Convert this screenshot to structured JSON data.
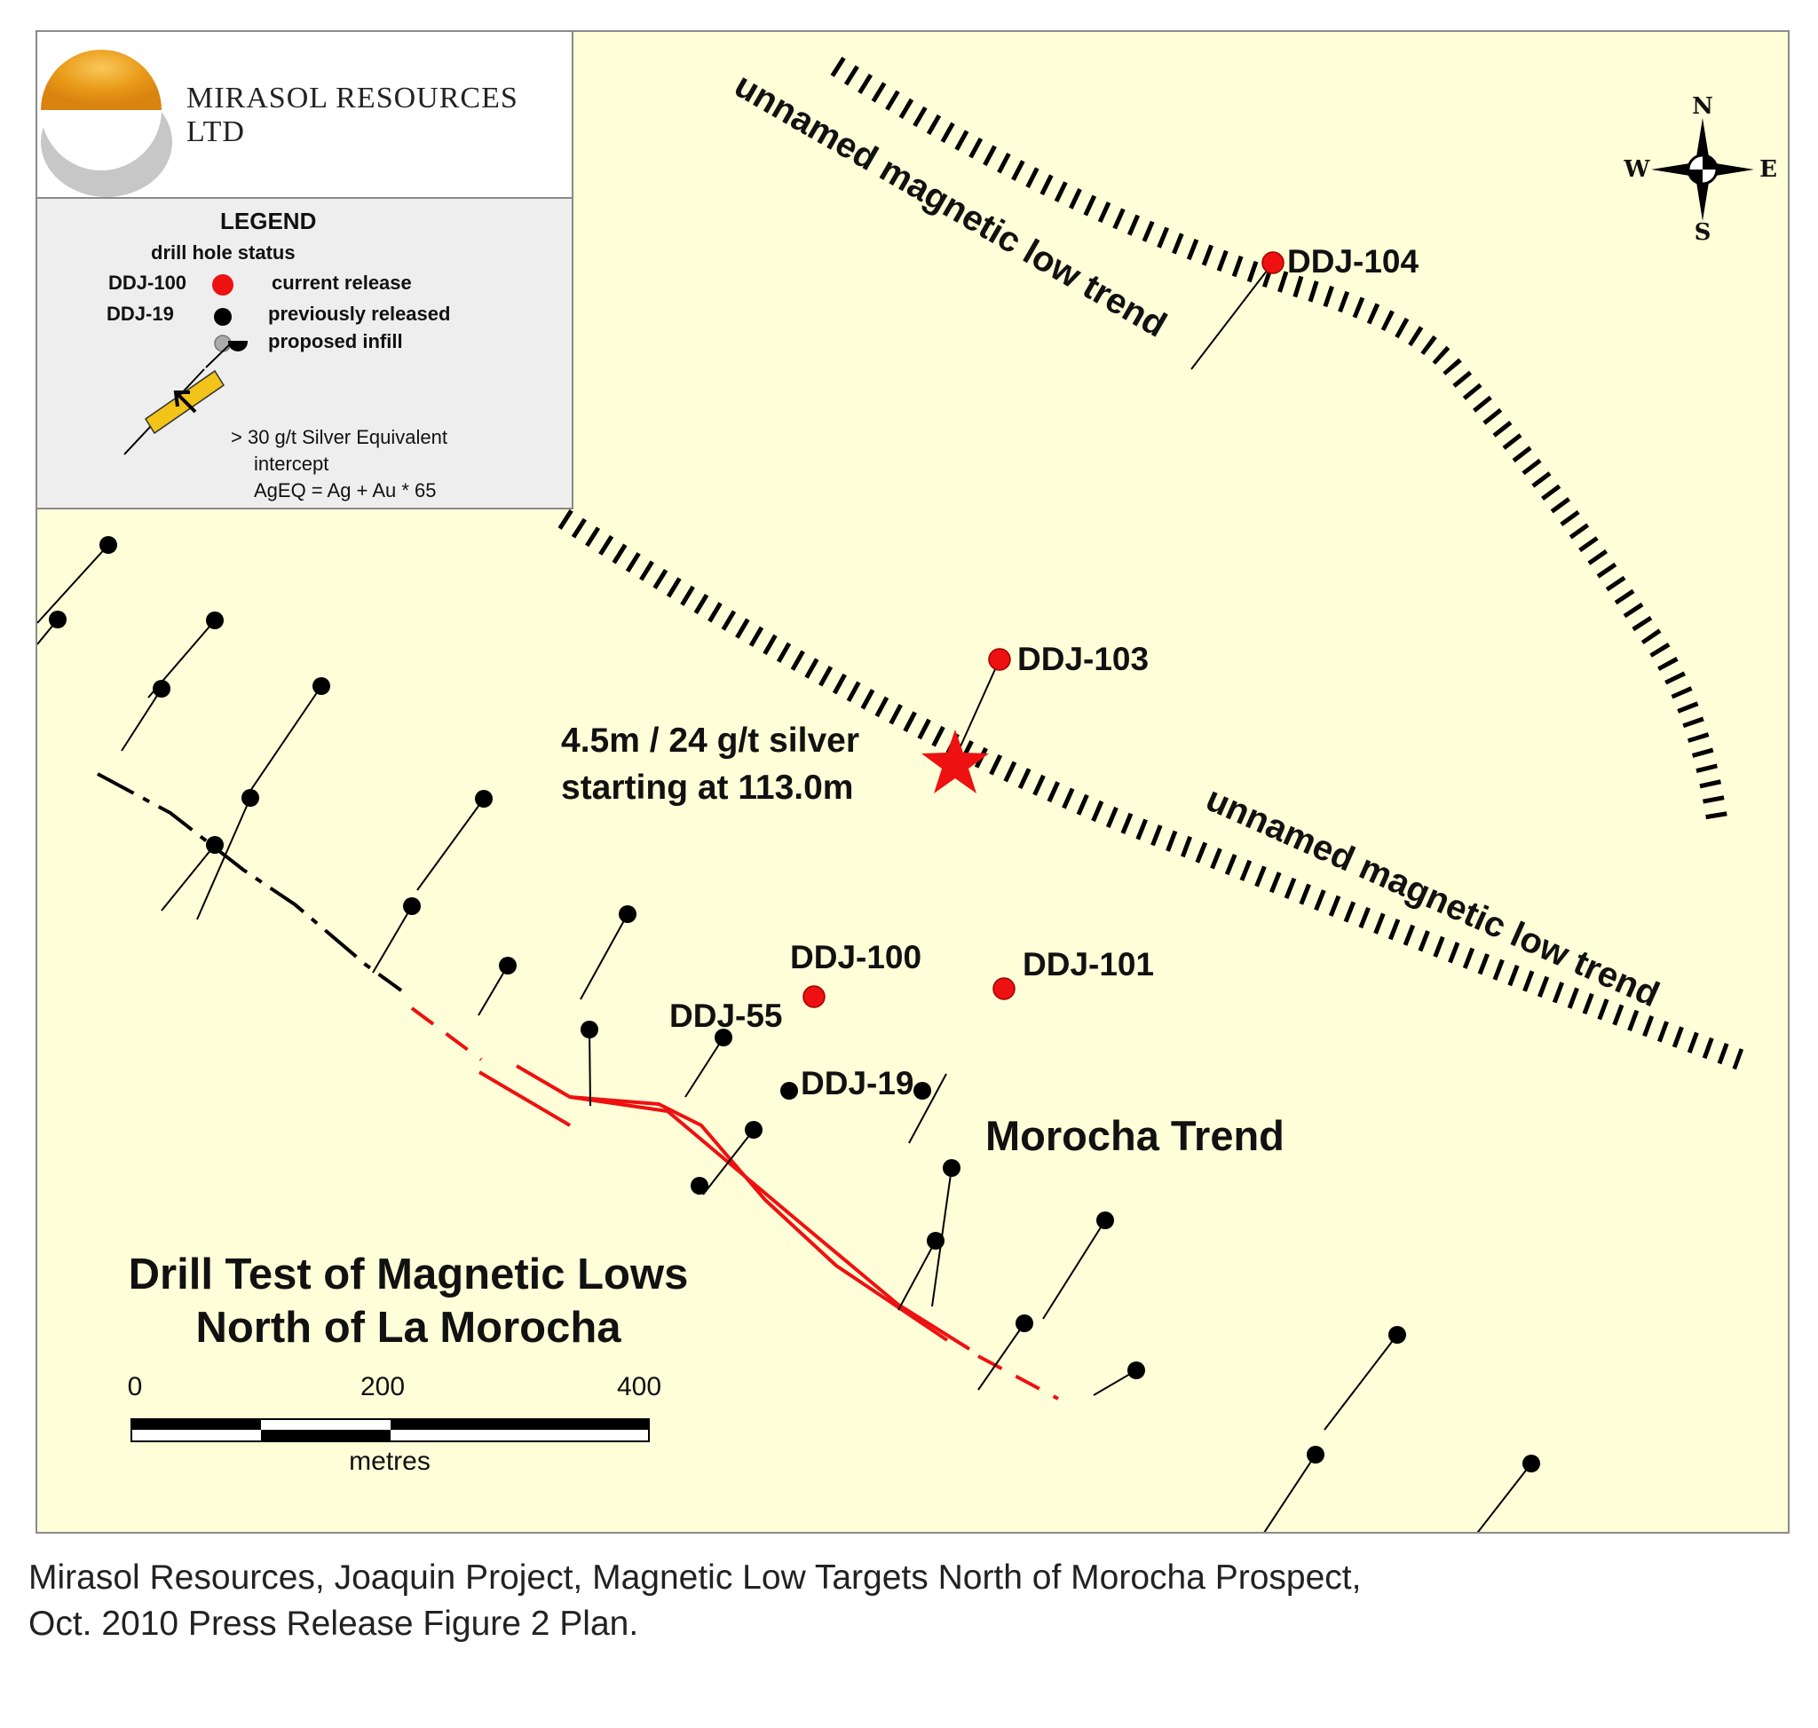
{
  "company": {
    "name": "MIRASOL RESOURCES LTD",
    "logo_colors": {
      "sun": "#f0a81c",
      "disc": "#ffffff"
    }
  },
  "legend": {
    "title": "LEGEND",
    "subtitle": "drill hole status",
    "items": [
      {
        "example": "DDJ-100",
        "symbol": "red-dot",
        "color": "#ee1111",
        "label": "current release"
      },
      {
        "example": "DDJ-19",
        "symbol": "black-dot",
        "color": "#000000",
        "label": "previously released"
      },
      {
        "example": "",
        "symbol": "grey-dot",
        "color": "#aaaaaa",
        "label": "proposed infill"
      }
    ],
    "intercept_label": "> 30 g/t Silver Equivalent",
    "intercept_label_2": "intercept",
    "intercept_formula": "AgEQ = Ag + Au * 65",
    "intercept_color": "#f2c318"
  },
  "map": {
    "drill_labels": {
      "ddj_104": "DDJ-104",
      "ddj_103": "DDJ-103",
      "ddj_100": "DDJ-100",
      "ddj_101": "DDJ-101",
      "ddj_55": "DDJ-55",
      "ddj_19": "DDJ-19"
    },
    "intercept_note": {
      "line1": "4.5m / 24 g/t silver",
      "line2": "starting at 113.0m"
    },
    "trend_labels": {
      "upper": "unnamed magnetic low trend",
      "lower": "unnamed magnetic low trend",
      "morocha": "Morocha Trend"
    },
    "title": {
      "line1": "Drill Test of Magnetic Lows",
      "line2": "North of La Morocha"
    },
    "scale": {
      "ticks": [
        "0",
        "200",
        "400"
      ],
      "unit": "metres"
    },
    "compass": {
      "n": "N",
      "s": "S",
      "e": "E",
      "w": "W"
    },
    "colors": {
      "background": "#fefed8",
      "current_release": "#ee1111",
      "previously_released": "#000000",
      "vein": "#ee1111"
    }
  },
  "caption": {
    "line1": "Mirasol Resources, Joaquin Project, Magnetic Low Targets North of Morocha Prospect,",
    "line2": "Oct. 2010 Press Release Figure 2 Plan."
  }
}
